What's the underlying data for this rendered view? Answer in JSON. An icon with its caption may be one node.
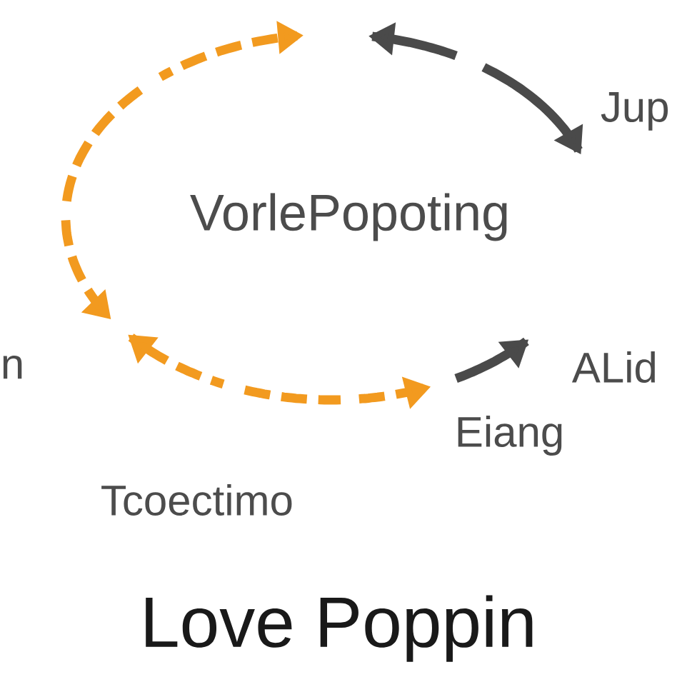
{
  "diagram": {
    "title": "Love Poppin",
    "labels": [
      "Jup",
      "VorlePopoting",
      "n",
      "ALid",
      "Eiang",
      "Tcoectimo"
    ]
  }
}
